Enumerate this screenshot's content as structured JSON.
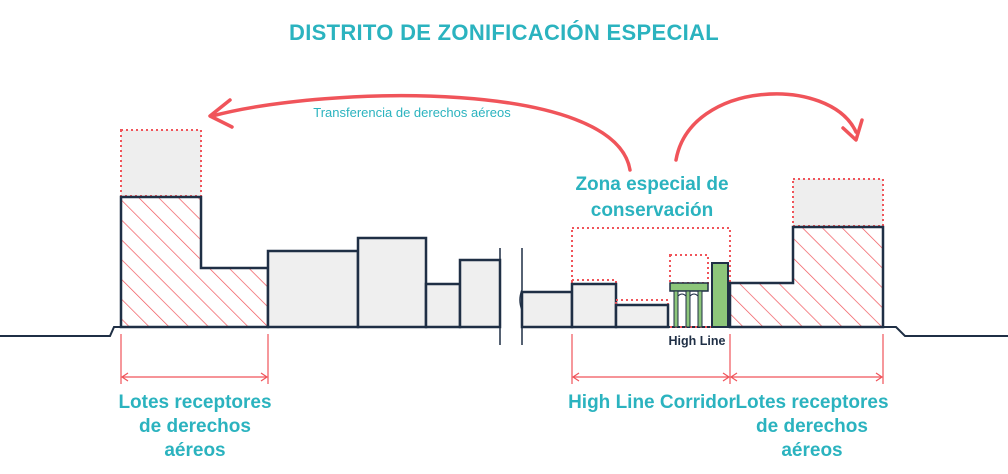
{
  "title": "DISTRITO DE ZONIFICACIÓN ESPECIAL",
  "transfer_label": "Transferencia de derechos aéreos",
  "conservation_zone": {
    "line1": "Zona especial de",
    "line2": "conservación"
  },
  "high_line_label": "High Line",
  "left_receiving": {
    "line1": "Lotes receptores",
    "line2": "de derechos",
    "line3": "aéreos"
  },
  "corridor_label": "High Line Corridor",
  "right_receiving": {
    "line1": "Lotes receptores",
    "line2": "de derechos",
    "line3": "aéreos"
  },
  "colors": {
    "teal": "#2bb3bf",
    "coral": "#f0545a",
    "navy": "#1f2f45",
    "green": "#8dc67a",
    "gray": "#efefef"
  }
}
